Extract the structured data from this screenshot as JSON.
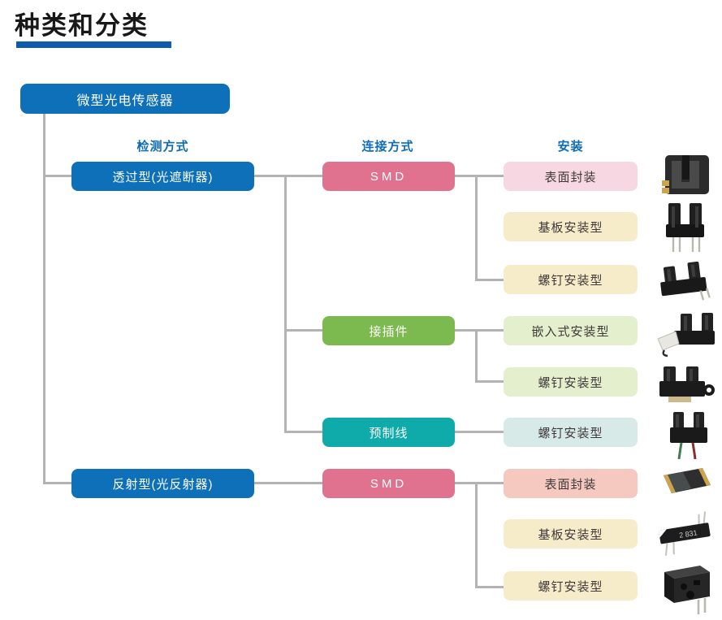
{
  "page": {
    "title": "种类和分类"
  },
  "colors": {
    "accent_blue": "#0d70b8",
    "title_underline_blue": "#0d5cab",
    "header_text_blue": "#0d6cb5",
    "pink": "#e0718f",
    "light_pink": "#f7d7e1",
    "salmon": "#f5c9bf",
    "cream": "#f7ecca",
    "green": "#7cb94e",
    "light_green": "#e3efcd",
    "teal": "#0fabab",
    "light_teal": "#d8eae8",
    "connector_gray": "#b3b3b3",
    "light_box_text": "#3f3a39"
  },
  "tree": {
    "root": {
      "label": "微型光电传感器"
    },
    "headers": {
      "detection": "检测方式",
      "connection": "连接方式",
      "mounting": "安装"
    },
    "branches": [
      {
        "label": "透过型(光遮断器)",
        "connections": [
          {
            "label": "SMD",
            "mountings": [
              {
                "label": "表面封装",
                "image": "slot-sensor-surface-mount-photo"
              },
              {
                "label": "基板安装型",
                "image": "slot-sensor-pcb-mount-photo"
              },
              {
                "label": "螺钉安装型",
                "image": "slot-sensor-screw-mount-photo"
              }
            ]
          },
          {
            "label": "接插件",
            "mountings": [
              {
                "label": "嵌入式安装型",
                "image": "slot-sensor-snap-in-connector-photo"
              },
              {
                "label": "螺钉安装型",
                "image": "slot-sensor-screw-mount-connector-photo"
              }
            ]
          },
          {
            "label": "预制线",
            "mountings": [
              {
                "label": "螺钉安装型",
                "image": "slot-sensor-pre-wired-photo"
              }
            ]
          }
        ]
      },
      {
        "label": "反射型(光反射器)",
        "connections": [
          {
            "label": "SMD",
            "mountings": [
              {
                "label": "表面封装",
                "image": "reflective-sensor-smd-chip-photo"
              },
              {
                "label": "基板安装型",
                "image": "reflective-sensor-pcb-mount-photo"
              },
              {
                "label": "螺钉安装型",
                "image": "reflective-sensor-screw-mount-photo"
              }
            ]
          }
        ]
      }
    ]
  }
}
